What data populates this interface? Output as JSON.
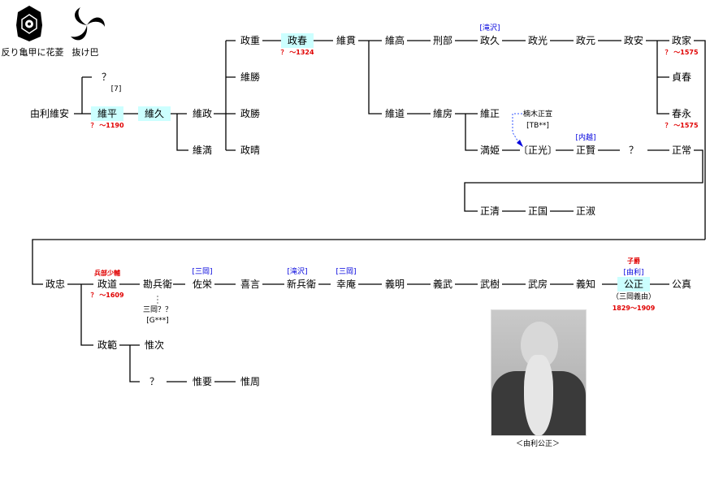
{
  "crests": [
    {
      "icon": "sori-kikko-hanabishi-crest",
      "label": "反り亀甲に花菱"
    },
    {
      "icon": "nuki-tomoe-crest",
      "label": "抜け巴"
    }
  ],
  "names": {
    "koreyasu": "由利維安",
    "q1": "？",
    "q1_note": "[7]",
    "korehira": "維平",
    "korehira_dates": "？ ～1190",
    "korehisa": "維久",
    "koremasa": "維政",
    "koremitsu": "維満",
    "masashige": "政重",
    "masaharu": "政春",
    "masaharu_dates": "？ ～1324",
    "korekatsu": "維勝",
    "masakatsu": "政勝",
    "masaharu2": "政晴",
    "korenuki": "維貫",
    "koretaka": "維高",
    "gyobu": "刑部",
    "masahisa": "政久",
    "masahisa_tag": "[滝沢]",
    "masamitsu": "政光",
    "masamoto": "政元",
    "masayasu": "政安",
    "masaie": "政家",
    "masaie_dates": "？ ～1575",
    "sadaharu": "貞春",
    "harunaga": "春永",
    "harunaga_dates": "？ ～1575",
    "koremichi": "維道",
    "korefusa": "維房",
    "koremasa2": "維正",
    "mitsuhime": "満姫",
    "kusunoki": "楠木正宣",
    "kusunoki_note": "[TB**]",
    "masamitsu2": "〔正光〕",
    "masakata": "正賢",
    "masakata_tag": "[内越]",
    "q2": "？",
    "masatsune": "正常",
    "masakiyo": "正清",
    "masakuni": "正国",
    "masayoshi": "正淑",
    "masatada": "政忠",
    "masamichi": "政道",
    "masamichi_title": "兵部少輔",
    "masamichi_dates": "？ ～1609",
    "kanbee": "勘兵衛",
    "mioka": "三岡？？",
    "mioka_note": "[G***]",
    "sukeyoshi": "佐栄",
    "yoshikoto": "喜言",
    "shinbee": "新兵衛",
    "shinbee_tag": "[滝沢]",
    "sukeyoshi_tag": "[三岡]",
    "koan": "幸庵",
    "koan_tag": "[三岡]",
    "yoshiaki": "義明",
    "yoshitake": "義武",
    "takeki": "武樹",
    "takefusa": "武房",
    "yoshitomo": "義知",
    "kimimasa": "公正",
    "kimimasa_title": "子爵",
    "kimimasa_tag": "[由利]",
    "kimimasa_alias": "（三岡義由）",
    "kimimasa_dates": "1829～1909",
    "kimizane": "公真",
    "masanori": "政範",
    "koretsugu": "惟次",
    "q3": "？",
    "koreyo": "惟要",
    "korechika": "惟周"
  },
  "photo": {
    "caption": "＜由利公正＞"
  },
  "colors": {
    "highlight": "#ccffff",
    "dates": "#e00000",
    "tags": "#0000dd"
  }
}
